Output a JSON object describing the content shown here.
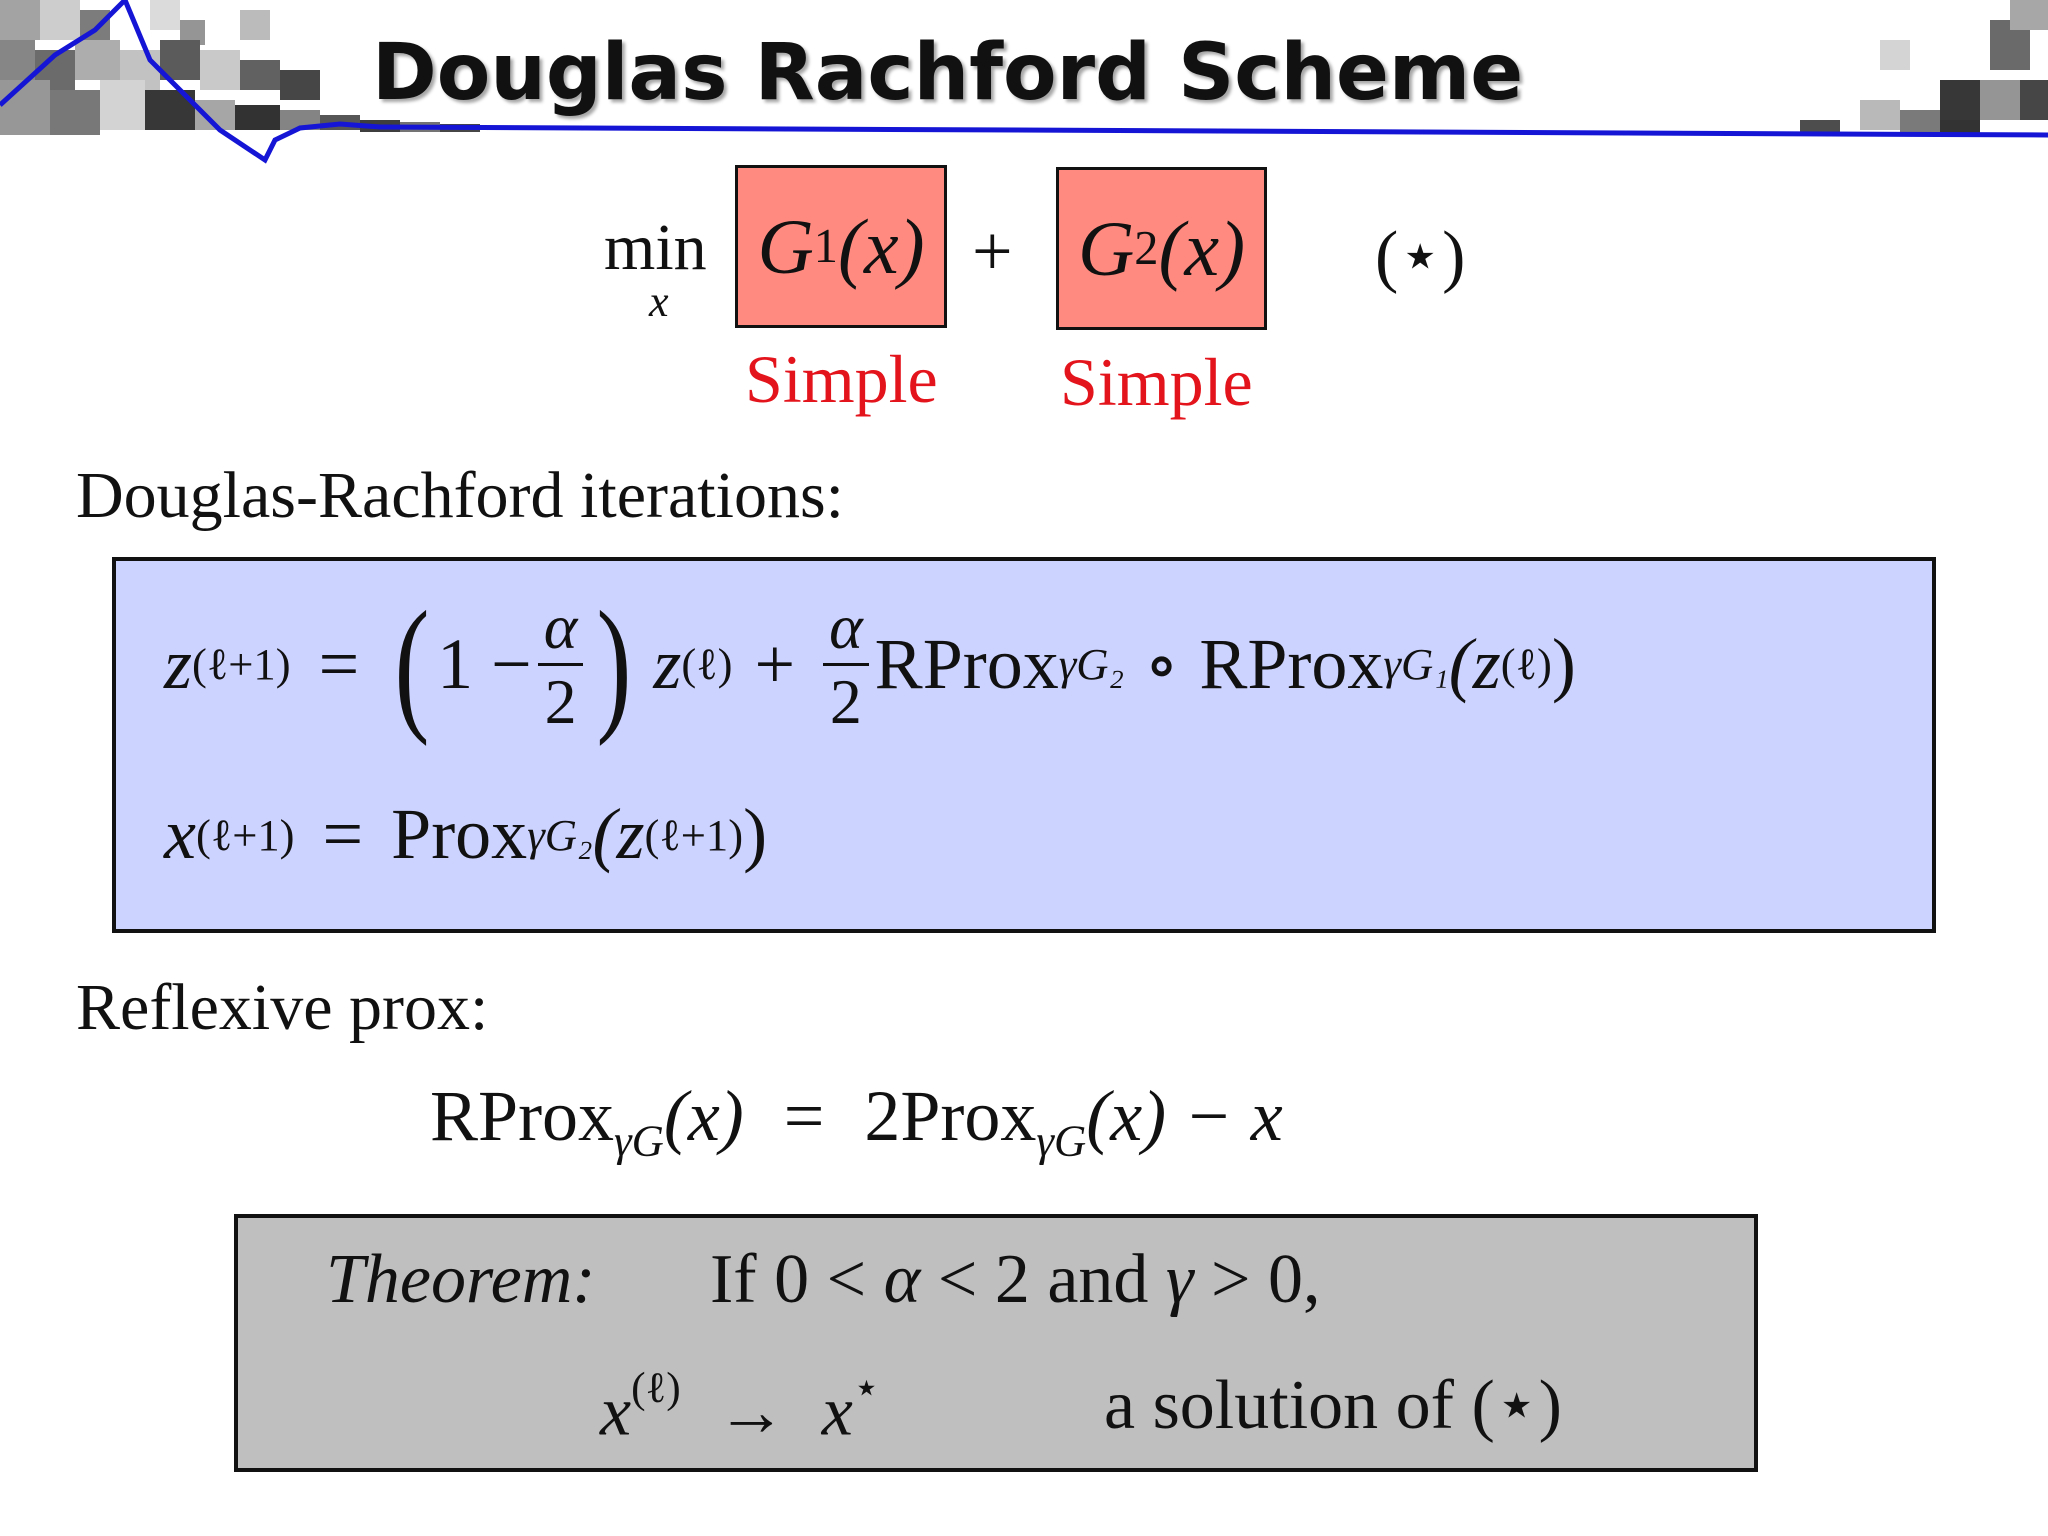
{
  "header": {
    "title": "Douglas Rachford Scheme",
    "accent_color": "#1515d6"
  },
  "objective": {
    "min": "min",
    "min_sub": "x",
    "g1_letter": "G",
    "g1_index": "1",
    "g1_arg": "(x)",
    "plus": "+",
    "g2_letter": "G",
    "g2_index": "2",
    "g2_arg": "(x)",
    "star_label": "(⋆)",
    "simple1": "Simple",
    "simple2": "Simple",
    "box_color": "#ff8b80",
    "simple_color": "#e4141c"
  },
  "dr_section": {
    "heading": "Douglas-Rachford iterations:",
    "box_color": "#cdd3ff",
    "eq1": {
      "lhs_var": "z",
      "lhs_sup": "(ℓ+1)",
      "equals": "=",
      "one_minus": "1 −",
      "frac_num": "α",
      "frac_den": "2",
      "z_var": "z",
      "z_sup": "(ℓ)",
      "plus": "+",
      "frac2_num": "α",
      "frac2_den": "2",
      "rprox1": "RProx",
      "rprox1_sub": "γG₂",
      "circ": "∘",
      "rprox2": "RProx",
      "rprox2_sub": "γG₁",
      "arg_open": "(z",
      "arg_sup": "(ℓ)",
      "arg_close": ")"
    },
    "eq2": {
      "lhs_var": "x",
      "lhs_sup": "(ℓ+1)",
      "equals": "=",
      "prox": "Prox",
      "prox_sub": "γG₂",
      "arg_open": "(z",
      "arg_sup": "(ℓ+1)",
      "arg_close": ")"
    }
  },
  "rp_section": {
    "heading": "Reflexive prox:",
    "lhs": "RProx",
    "lhs_sub": "γG",
    "lhs_arg": "(x)",
    "equals": "=",
    "rhs": "2Prox",
    "rhs_sub": "γG",
    "rhs_arg": "(x) −",
    "rhs_x": "x"
  },
  "theorem": {
    "label": "Theorem:",
    "condition_if": "If 0 <",
    "condition_alpha": "α",
    "condition_mid": "< 2 and",
    "condition_gamma": "γ",
    "condition_end": "> 0,",
    "conv_var": "x",
    "conv_sup": "(ℓ)",
    "arrow": "→",
    "conv_target": "x",
    "conv_target_sup": "⋆",
    "solution_text": "a solution of (⋆)",
    "box_color": "#bfbfbf"
  }
}
